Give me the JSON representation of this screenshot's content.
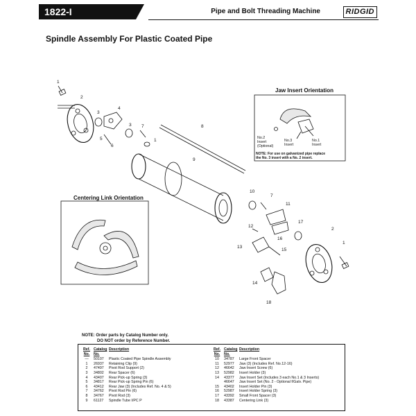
{
  "header": {
    "number": "1822-I",
    "title": "Pipe and Bolt Threading Machine",
    "logo": "RIDGID"
  },
  "subtitle": "Spindle Assembly For Plastic Coated Pipe",
  "jaw_orientation": {
    "title": "Jaw Insert Orientation",
    "label_no2": "No.2\nInsert\n(Optional)",
    "label_no3": "No.3\nInsert",
    "label_no1": "No.1\nInsert",
    "note": "NOTE: For use on galvanized pipe replace\nthe No. 3 insert with a No. 2 insert."
  },
  "centering_orientation": {
    "title": "Centering Link Orientation"
  },
  "callouts": [
    "1",
    "2",
    "3",
    "4",
    "5",
    "6",
    "3",
    "7",
    "8",
    "1",
    "9",
    "10",
    "7",
    "11",
    "12",
    "16",
    "17",
    "2",
    "1",
    "13",
    "15",
    "14",
    "18"
  ],
  "note": {
    "line1": "NOTE: Order parts by Catalog Number only.",
    "line2": "DO NOT order by Reference Number."
  },
  "parts_table": {
    "headers": {
      "ref": "Ref. No.",
      "catalog": "Catalog No.",
      "description": "Description"
    },
    "left": [
      {
        "ref": "—",
        "catalog": "50107",
        "description": "Plastic Coated Pipe Spindle Assembly"
      },
      {
        "ref": "1",
        "catalog": "26937",
        "description": "Retaining Clip (9)"
      },
      {
        "ref": "2",
        "catalog": "47497",
        "description": "Pivot Rod Support (2)"
      },
      {
        "ref": "3",
        "catalog": "34802",
        "description": "Rear Spacer (6)"
      },
      {
        "ref": "4",
        "catalog": "43407",
        "description": "Rear Pick-up Spring (3)"
      },
      {
        "ref": "5",
        "catalog": "34817",
        "description": "Rear Pick-up Spring Pin (6)"
      },
      {
        "ref": "6",
        "catalog": "43412",
        "description": "Rear Jaw (3) (Includes Ref. No. 4 & 5)"
      },
      {
        "ref": "7",
        "catalog": "34762",
        "description": "Pivot Rod Pin (6)"
      },
      {
        "ref": "8",
        "catalog": "34767",
        "description": "Pivot Rod (3)"
      },
      {
        "ref": "9",
        "catalog": "61127",
        "description": "Spindle Tube I/PC P"
      }
    ],
    "right": [
      {
        "ref": "10",
        "catalog": "34787",
        "description": "Large Front Spacer"
      },
      {
        "ref": "11",
        "catalog": "52977",
        "description": "Jaw (3) (Includes Ref. No.12-16)"
      },
      {
        "ref": "12",
        "catalog": "46642",
        "description": "Jaw Insert Screw (6)"
      },
      {
        "ref": "13",
        "catalog": "52982",
        "description": "Insert Holder (3)"
      },
      {
        "ref": "14",
        "catalog": "43377",
        "description": "Jaw Insert Set (Includes 3 each No.1 & 3 Inserts)"
      },
      {
        "ref": "",
        "catalog": "46647",
        "description": "Jaw Insert Set (No. 2 - Optional f/Galv. Pipe)"
      },
      {
        "ref": "15",
        "catalog": "43402",
        "description": "Insert Holder Pin (3)"
      },
      {
        "ref": "16",
        "catalog": "52987",
        "description": "Insert Holder Spring (3)"
      },
      {
        "ref": "17",
        "catalog": "43392",
        "description": "Small Front Spacer (3)"
      },
      {
        "ref": "18",
        "catalog": "43387",
        "description": "Centering Link (3)"
      }
    ]
  },
  "colors": {
    "ink": "#111111",
    "paper": "#ffffff"
  }
}
